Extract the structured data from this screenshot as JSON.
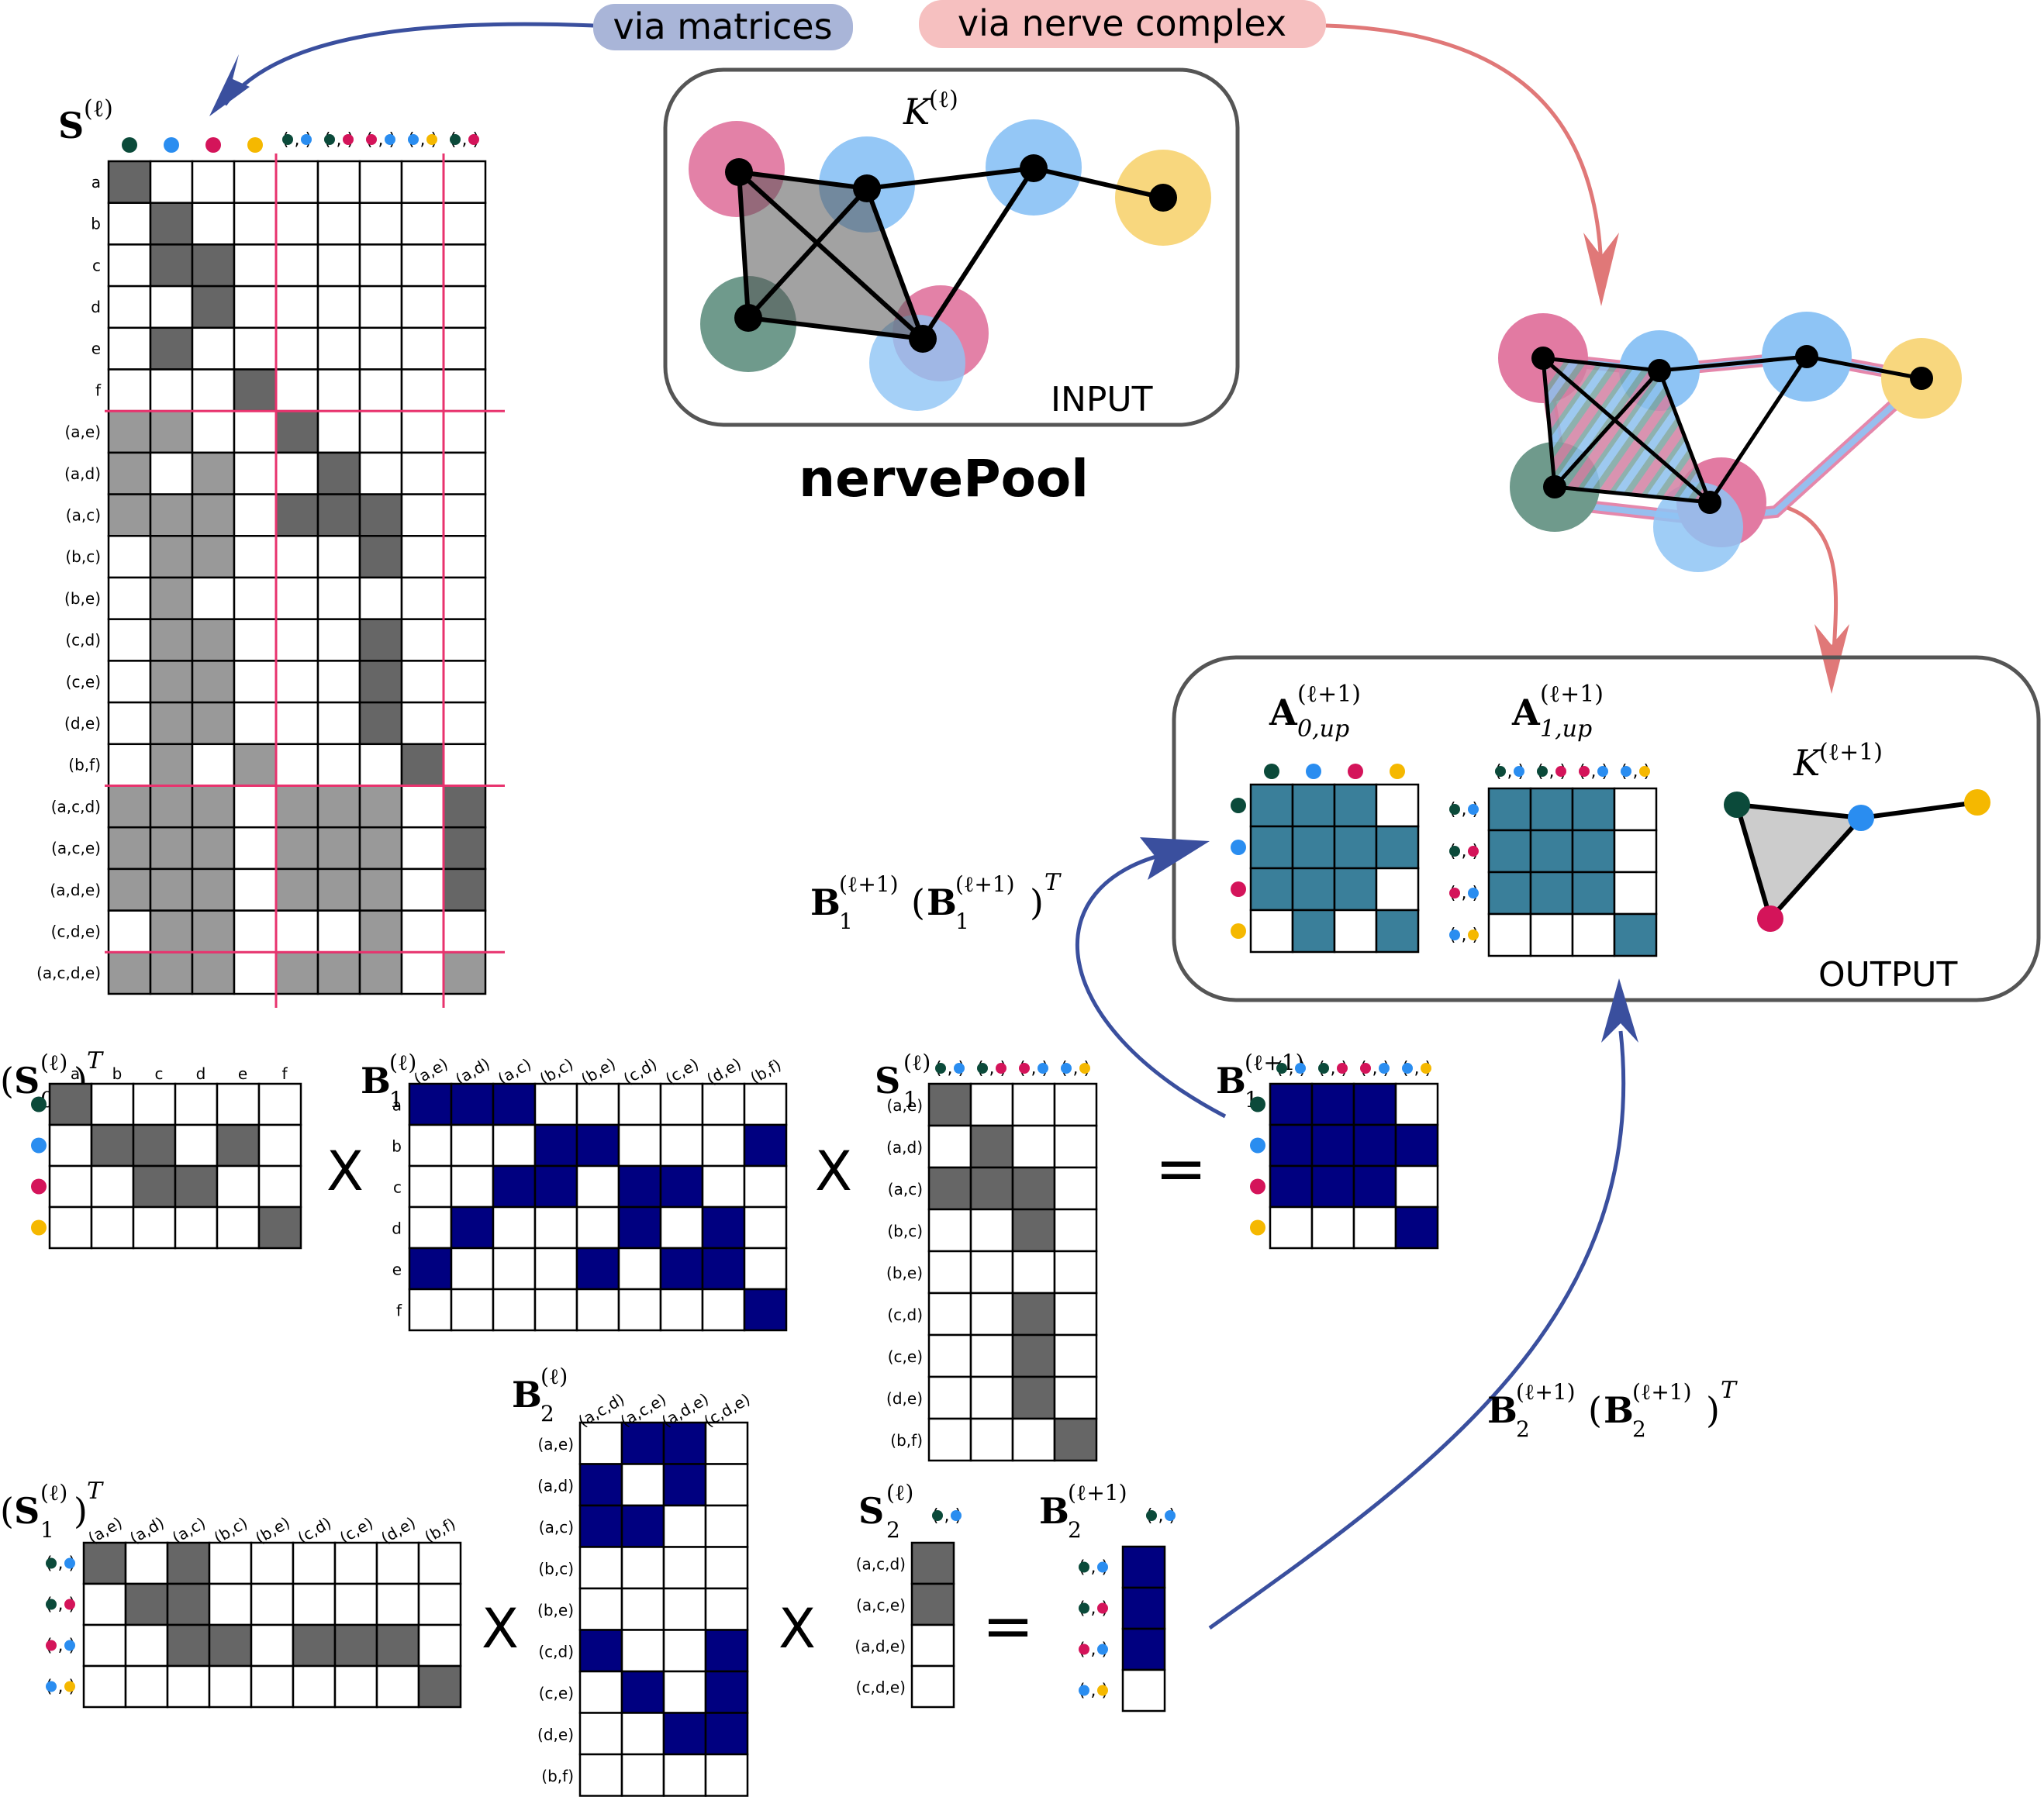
{
  "header": {
    "via_matrices": "via matrices",
    "via_nerve_complex": "via nerve complex",
    "title": "nervePool",
    "input_label": "INPUT",
    "output_label": "OUTPUT"
  },
  "colors": {
    "green": "#0b4a3a",
    "blue": "#2a8df0",
    "red": "#d4145a",
    "yellow": "#f5b800",
    "pink_cover": "#e27aa2",
    "blue_cover": "#8ec4f5",
    "green_cover": "#6f9a8c",
    "yellow_cover": "#f8d77e",
    "navy": "#000080",
    "teal": "#3a7f9a",
    "dark_gray": "#666666",
    "light_gray": "#999999",
    "arrow_blue": "#3a4f9e",
    "arrow_red": "#e07878",
    "pill_blue": "#a9b5d8",
    "pill_red": "#f6c0c0",
    "grid_pink": "#e8336e"
  },
  "labels": {
    "S": "S",
    "K_in": "K",
    "K_out": "K",
    "A0": "A",
    "A1": "A",
    "B1": "B",
    "B2": "B",
    "S0T": "S",
    "S1": "S",
    "S1T": "S",
    "S2": "S",
    "B1next": "B",
    "B2next": "B",
    "eq1": "B",
    "eq2": "B",
    "ell": "(ℓ)",
    "ellp1": "(ℓ+1)",
    "sub0": "0",
    "sub1": "1",
    "sub2": "2",
    "sub0up": "0,up",
    "sub1up": "1,up",
    "T": "T",
    "times": "X",
    "equals": "="
  },
  "vertices": [
    "a",
    "b",
    "c",
    "d",
    "e",
    "f"
  ],
  "edges": [
    "(a,e)",
    "(a,d)",
    "(a,c)",
    "(b,c)",
    "(b,e)",
    "(c,d)",
    "(c,e)",
    "(d,e)",
    "(b,f)"
  ],
  "triangles": [
    "(a,c,d)",
    "(a,c,e)",
    "(a,d,e)",
    "(c,d,e)"
  ],
  "tetra": [
    "(a,c,d,e)"
  ],
  "pair_labels": [
    "(●,●)",
    "(●,●)",
    "(●,●)",
    "(●,●)"
  ],
  "matrices": {
    "S_big": [
      [
        2,
        0,
        0,
        0,
        0,
        0,
        0,
        0,
        0
      ],
      [
        0,
        2,
        0,
        0,
        0,
        0,
        0,
        0,
        0
      ],
      [
        0,
        2,
        2,
        0,
        0,
        0,
        0,
        0,
        0
      ],
      [
        0,
        0,
        2,
        0,
        0,
        0,
        0,
        0,
        0
      ],
      [
        0,
        2,
        0,
        0,
        0,
        0,
        0,
        0,
        0
      ],
      [
        0,
        0,
        0,
        2,
        0,
        0,
        0,
        0,
        0
      ],
      [
        1,
        1,
        0,
        0,
        2,
        0,
        0,
        0,
        0
      ],
      [
        1,
        0,
        1,
        0,
        0,
        2,
        0,
        0,
        0
      ],
      [
        1,
        1,
        1,
        0,
        2,
        2,
        2,
        0,
        0
      ],
      [
        0,
        1,
        1,
        0,
        0,
        0,
        2,
        0,
        0
      ],
      [
        0,
        1,
        0,
        0,
        0,
        0,
        0,
        0,
        0
      ],
      [
        0,
        1,
        1,
        0,
        0,
        0,
        2,
        0,
        0
      ],
      [
        0,
        1,
        1,
        0,
        0,
        0,
        2,
        0,
        0
      ],
      [
        0,
        1,
        1,
        0,
        0,
        0,
        2,
        0,
        0
      ],
      [
        0,
        1,
        0,
        1,
        0,
        0,
        0,
        2,
        0
      ],
      [
        1,
        1,
        1,
        0,
        1,
        1,
        1,
        0,
        2
      ],
      [
        1,
        1,
        1,
        0,
        1,
        1,
        1,
        0,
        2
      ],
      [
        1,
        1,
        1,
        0,
        1,
        1,
        1,
        0,
        2
      ],
      [
        0,
        1,
        1,
        0,
        0,
        0,
        1,
        0,
        0
      ],
      [
        1,
        1,
        1,
        0,
        1,
        1,
        1,
        0,
        1
      ]
    ],
    "S0T": [
      [
        1,
        0,
        0,
        0,
        0,
        0
      ],
      [
        0,
        1,
        1,
        0,
        1,
        0
      ],
      [
        0,
        0,
        1,
        1,
        0,
        0
      ],
      [
        0,
        0,
        0,
        0,
        0,
        1
      ]
    ],
    "B1": [
      [
        1,
        1,
        1,
        0,
        0,
        0,
        0,
        0,
        0
      ],
      [
        0,
        0,
        0,
        1,
        1,
        0,
        0,
        0,
        1
      ],
      [
        0,
        0,
        1,
        1,
        0,
        1,
        1,
        0,
        0
      ],
      [
        0,
        1,
        0,
        0,
        0,
        1,
        0,
        1,
        0
      ],
      [
        1,
        0,
        0,
        0,
        1,
        0,
        1,
        1,
        0
      ],
      [
        0,
        0,
        0,
        0,
        0,
        0,
        0,
        0,
        1
      ]
    ],
    "S1": [
      [
        1,
        0,
        0,
        0
      ],
      [
        0,
        1,
        0,
        0
      ],
      [
        1,
        1,
        1,
        0
      ],
      [
        0,
        0,
        1,
        0
      ],
      [
        0,
        0,
        0,
        0
      ],
      [
        0,
        0,
        1,
        0
      ],
      [
        0,
        0,
        1,
        0
      ],
      [
        0,
        0,
        1,
        0
      ],
      [
        0,
        0,
        0,
        1
      ]
    ],
    "B1next": [
      [
        1,
        1,
        1,
        0
      ],
      [
        1,
        1,
        1,
        1
      ],
      [
        1,
        1,
        1,
        0
      ],
      [
        0,
        0,
        0,
        1
      ]
    ],
    "S1T": [
      [
        1,
        0,
        1,
        0,
        0,
        0,
        0,
        0,
        0
      ],
      [
        0,
        1,
        1,
        0,
        0,
        0,
        0,
        0,
        0
      ],
      [
        0,
        0,
        1,
        1,
        0,
        1,
        1,
        1,
        0
      ],
      [
        0,
        0,
        0,
        0,
        0,
        0,
        0,
        0,
        1
      ]
    ],
    "B2": [
      [
        0,
        1,
        1,
        0
      ],
      [
        1,
        0,
        1,
        0
      ],
      [
        1,
        1,
        0,
        0
      ],
      [
        0,
        0,
        0,
        0
      ],
      [
        0,
        0,
        0,
        0
      ],
      [
        1,
        0,
        0,
        1
      ],
      [
        0,
        1,
        0,
        1
      ],
      [
        0,
        0,
        1,
        1
      ],
      [
        0,
        0,
        0,
        0
      ]
    ],
    "S2": [
      [
        1
      ],
      [
        1
      ],
      [
        0
      ],
      [
        0
      ]
    ],
    "B2next": [
      [
        1
      ],
      [
        1
      ],
      [
        1
      ],
      [
        0
      ]
    ],
    "A0": [
      [
        1,
        1,
        1,
        0
      ],
      [
        1,
        1,
        1,
        1
      ],
      [
        1,
        1,
        1,
        0
      ],
      [
        0,
        1,
        0,
        1
      ]
    ],
    "A1": [
      [
        1,
        1,
        1,
        0
      ],
      [
        1,
        1,
        1,
        0
      ],
      [
        1,
        1,
        1,
        0
      ],
      [
        0,
        0,
        0,
        1
      ]
    ]
  }
}
